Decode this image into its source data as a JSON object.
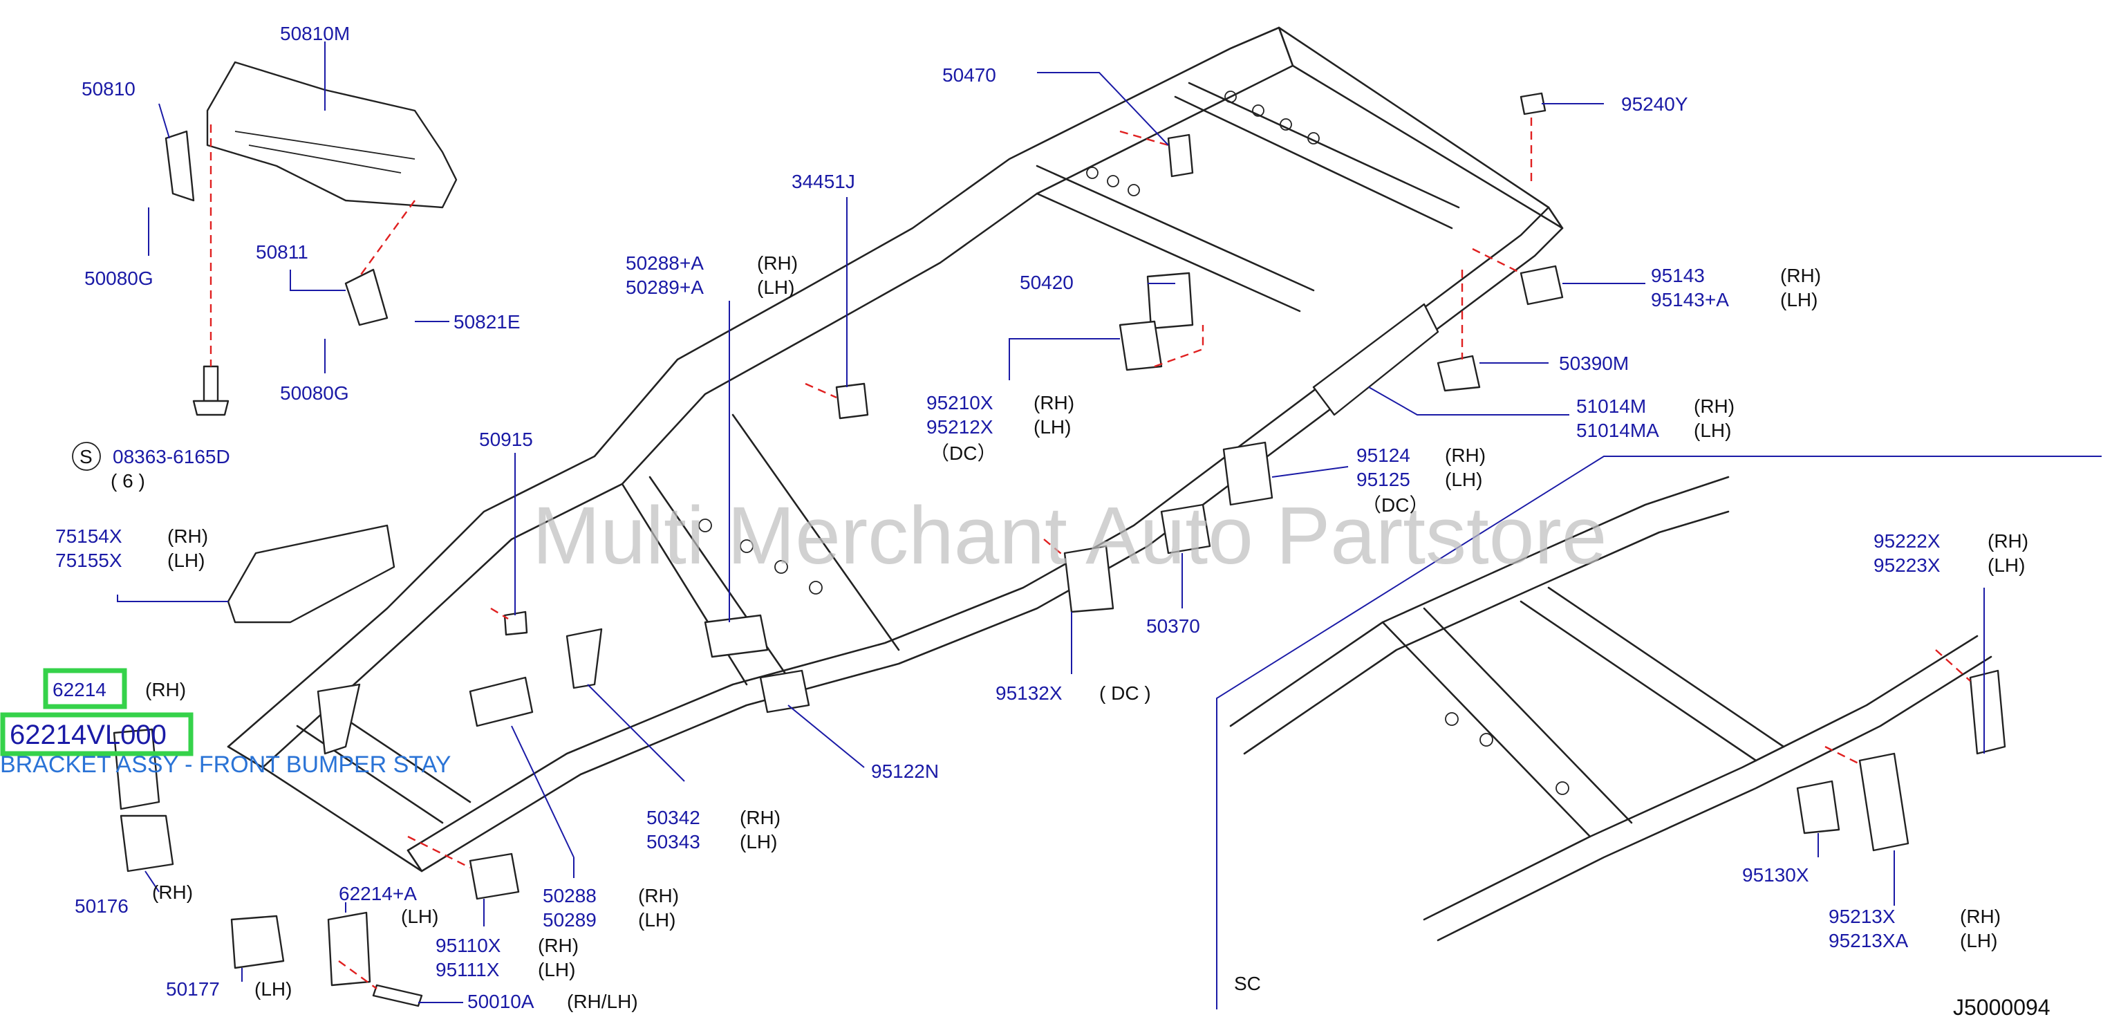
{
  "diagram_id": "J5000094",
  "watermark": "Multi Merchant Auto Partstore",
  "highlight": {
    "part_number": "62214",
    "full_part_number": "62214VL000",
    "description": "BRACKET ASSY - FRONT BUMPER STAY",
    "side": "(RH)",
    "color": "#35d24a"
  },
  "inset_label": "SC",
  "screw": {
    "symbol": "S",
    "number": "08363-6165D",
    "qty": "( 6 )"
  },
  "labels": {
    "p50810M": "50810M",
    "p50810": "50810",
    "p50080G_a": "50080G",
    "p50811": "50811",
    "p50821E": "50821E",
    "p50080G_b": "50080G",
    "p50470": "50470",
    "p95240Y": "95240Y",
    "p34451J": "34451J",
    "p50288A": "50288+A",
    "p50289A": "50289+A",
    "p50420": "50420",
    "p95143": "95143",
    "p95143A": "95143+A",
    "p50390M": "50390M",
    "p95210X": "95210X",
    "p95212X": "95212X",
    "p51014M": "51014M",
    "p51014MA": "51014MA",
    "p50915": "50915",
    "p95124": "95124",
    "p95125": "95125",
    "p75154X": "75154X",
    "p75155X": "75155X",
    "p95222X": "95222X",
    "p95223X": "95223X",
    "p50370": "50370",
    "p95132X": "95132X",
    "p95122N": "95122N",
    "p50342": "50342",
    "p50343": "50343",
    "p50288": "50288",
    "p50289": "50289",
    "p50176": "50176",
    "p62214A": "62214+A",
    "p95110X": "95110X",
    "p95111X": "95111X",
    "p50177": "50177",
    "p50010A": "50010A",
    "p95130X": "95130X",
    "p95213X": "95213X",
    "p95213XA": "95213XA"
  },
  "sides": {
    "rh": "(RH)",
    "lh": "(LH)",
    "dc": "( DC )",
    "dc2": "（DC）",
    "rhlh": "(RH/LH)"
  }
}
